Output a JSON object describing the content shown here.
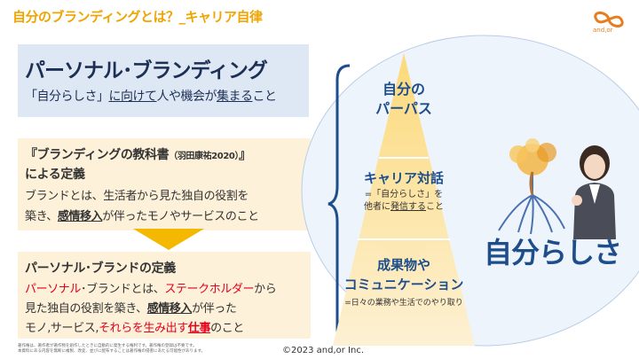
{
  "slide": {
    "title": "自分のブランディングとは？_キャリア自律",
    "logo_text": "and,or",
    "box1": {
      "heading": "パーソナル･ブランディング",
      "sub_a": "「自分らしさ」",
      "sub_b": "に向けて",
      "sub_c": "人や機会が",
      "sub_d": "集まる",
      "sub_e": "こと"
    },
    "box2": {
      "line1_a": "『ブランディングの教科書",
      "line1_b": "（羽田康祐2020）",
      "line1_c": "』",
      "line2": "による定義",
      "line3": "ブランドとは、生活者から見た独自の役割を",
      "line4_a": "築き、",
      "line4_b": "感情移入",
      "line4_c": "が伴ったモノやサービスのこと"
    },
    "box3": {
      "line1": "パーソナル･ブランドの定義",
      "line2_a": "パーソナル",
      "line2_b": "･ブランドとは、",
      "line2_c": "ステークホルダー",
      "line2_d": "から",
      "line3_a": "見た独自の役割を築き、",
      "line3_b": "感情移入",
      "line3_c": "が伴った",
      "line4_a": "モノ,サービス,",
      "line4_b": "それらを生み出す",
      "line4_c": "仕事",
      "line4_d": "のこと"
    },
    "pyramid": {
      "top_line1": "自分の",
      "top_line2": "パーパス",
      "mid_title": "キャリア対話",
      "mid_sub1": "=「自分らしさ」を",
      "mid_sub2_a": "他者に",
      "mid_sub2_b": "発信する",
      "mid_sub2_c": "こと",
      "bottom_line1": "成果物や",
      "bottom_line2": "コミュニケーション",
      "bottom_sub": "=日々の業務や生活でのやり取り"
    },
    "jibunrashisa": "自分らしさ",
    "footnote1": "著作権は、著作者が著作物を創作したときに自動的に発生する権利です。著作権の登録は不要です。",
    "footnote2": "本資料にある内容を無断に複製、改変、並びに配布することは著作権の侵害にあたる可能性があります。",
    "copyright": "©2023 and,or Inc.",
    "colors": {
      "accent": "#f0a400",
      "navy": "#1e4d8c",
      "red": "#e3001b"
    }
  }
}
